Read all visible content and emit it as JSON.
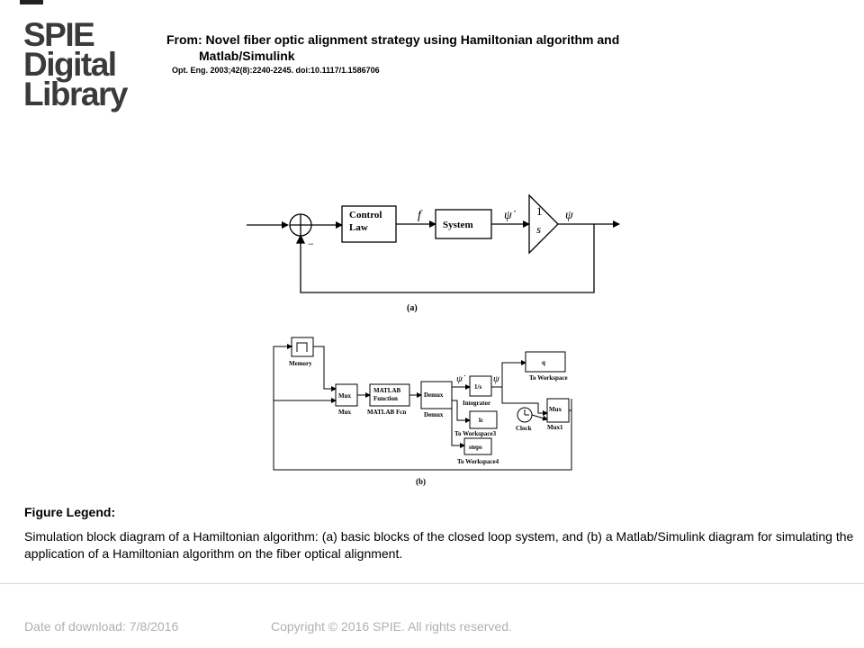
{
  "logo": {
    "line1": "SPIE",
    "line2": "Digital",
    "line3": "Library"
  },
  "header": {
    "from_line1": "From: Novel fiber optic alignment strategy using Hamiltonian algorithm and",
    "from_line2": "Matlab/Simulink",
    "citation": "Opt. Eng. 2003;42(8):2240-2245. doi:10.1117/1.1586706"
  },
  "diagram_a": {
    "control_law": [
      "Control",
      "Law"
    ],
    "f_label": "f",
    "system": "System",
    "psi_dot": "ψ̇",
    "integrator_num": "1",
    "integrator_den": "s",
    "psi": "ψ",
    "minus": "−",
    "caption": "(a)"
  },
  "diagram_b": {
    "memory": "Memory",
    "mux_block": "Mux",
    "mux_label": "Mux",
    "matlab_fcn_block": [
      "MATLAB",
      "Function"
    ],
    "matlab_fcn_label": "MATLAB Fcn",
    "demux_block": "Demux",
    "demux_label": "Demux",
    "psi_dot": "ψ̇",
    "psi": "ψ",
    "integrator_block": "1/s",
    "integrator_label": "Integrator",
    "q_block": "q",
    "q_label": "To Workspace",
    "lc_block": "lc",
    "lc_label": "To Workspace3",
    "steps_block": "steps",
    "steps_label": "To Workspace4",
    "clock_label": "Clock",
    "mux1_block": "Mux",
    "mux1_label": "Mux1",
    "caption": "(b)"
  },
  "legend": {
    "title": "Figure Legend:",
    "text": "Simulation block diagram of a Hamiltonian algorithm: (a) basic blocks of the closed loop system, and (b) a Matlab/Simulink diagram for simulating the application of a Hamiltonian algorithm on the fiber optical alignment."
  },
  "footer": {
    "date": "Date of download:  7/8/2016",
    "copyright": "Copyright © 2016 SPIE. All rights reserved."
  }
}
